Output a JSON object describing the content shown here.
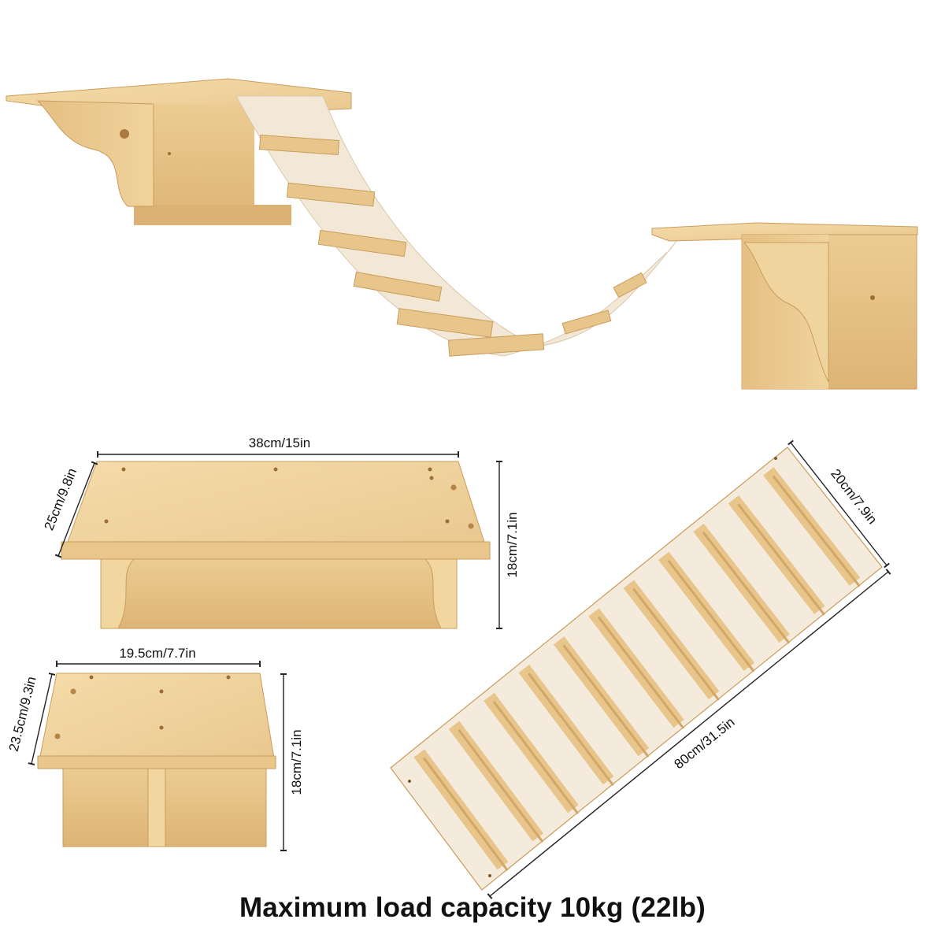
{
  "dimensions": {
    "large_shelf_width": "38cm/15in",
    "large_shelf_depth": "25cm/9.8in",
    "large_shelf_height": "18cm/7.1in",
    "small_shelf_width": "19.5cm/7.7in",
    "small_shelf_depth": "23.5cm/9.3in",
    "small_shelf_height": "18cm/7.1in",
    "bridge_width": "20cm/7.9in",
    "bridge_length": "80cm/31.5in"
  },
  "caption": "Maximum load capacity 10kg (22lb)",
  "colors": {
    "wood_light": "#f1d6a0",
    "wood_mid": "#e8c58a",
    "wood_dark": "#d2a767",
    "canvas": "#f4ebdc",
    "line": "#222222"
  }
}
